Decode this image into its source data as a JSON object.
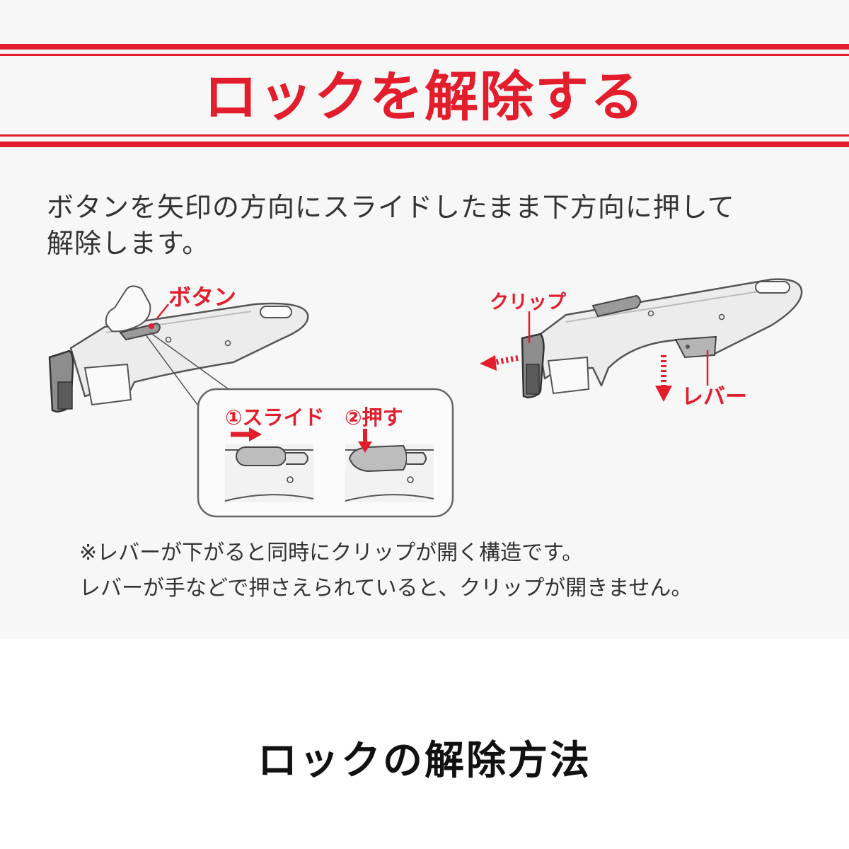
{
  "header": {
    "title": "ロックを解除する",
    "accent_color": "#e21d2c"
  },
  "intro": {
    "line1": "ボタンを矢印の方向にスライドしたまま下方向に押して",
    "line2": "解除します。"
  },
  "left_figure": {
    "button_label": "ボタン",
    "step1_label": "①スライド",
    "step2_label": "②押す"
  },
  "right_figure": {
    "clip_label": "クリップ",
    "lever_label": "レバー"
  },
  "notes": {
    "line1": "※レバーが下がると同時にクリップが開く構造です。",
    "line2": "レバーが手などで押さえられていると、クリップが開きません。"
  },
  "caption": "ロックの解除方法"
}
